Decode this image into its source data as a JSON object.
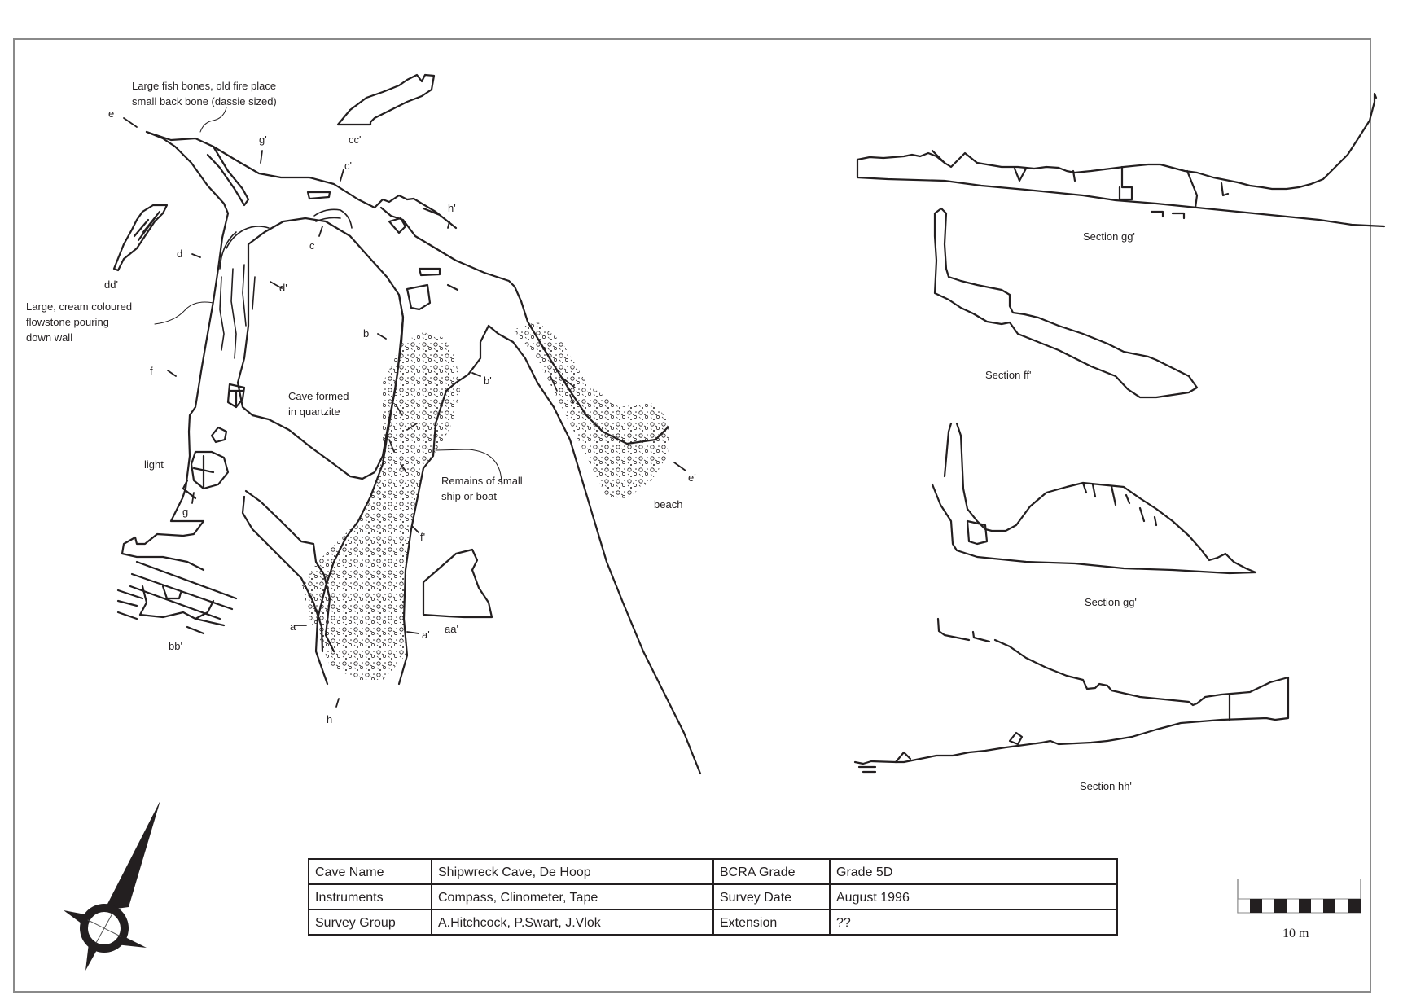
{
  "survey": {
    "title": "Shipwreck Cave, De Hoop",
    "info_table": {
      "rows": [
        {
          "label1": "Cave Name",
          "value1": "Shipwreck Cave, De Hoop",
          "label2": "BCRA Grade",
          "value2": "Grade 5D"
        },
        {
          "label1": "Instruments",
          "value1": "Compass, Clinometer, Tape",
          "label2": "Survey Date",
          "value2": "August 1996"
        },
        {
          "label1": "Survey Group",
          "value1": "A.Hitchcock, P.Swart, J.Vlok",
          "label2": "Extension",
          "value2": "??"
        }
      ]
    }
  },
  "annotations": {
    "fish_bones": "Large fish bones, old fire place\nsmall back bone (dassie sized)",
    "flowstone": "Large, cream coloured\nflowstone pouring\ndown wall",
    "quartzite": "Cave formed\nin quartzite",
    "ship_remains": "Remains of small\nship or boat",
    "light": "light",
    "beach": "beach"
  },
  "section_markers": {
    "e": "e",
    "g_prime": "g'",
    "cc_prime": "cc'",
    "c_prime": "c'",
    "h_prime": "h'",
    "d": "d",
    "dd_prime": "dd'",
    "d_prime": "d'",
    "c": "c",
    "b": "b",
    "b_prime": "b'",
    "f": "f",
    "g": "g",
    "e_prime": "e'",
    "f_prime": "f'",
    "a": "a",
    "a_prime": "a'",
    "aa_prime": "aa'",
    "bb_prime": "bb'",
    "h": "h"
  },
  "sections": {
    "top": "Section gg'",
    "ff": "Section ff'",
    "middle": "Section gg'",
    "hh": "Section hh'"
  },
  "scale_bar": {
    "label": "10 m",
    "segments": 10
  },
  "compass": {
    "icon": "north-arrow-icon"
  },
  "colors": {
    "ink": "#231f20",
    "frame": "#8a8a8a",
    "background": "#ffffff"
  }
}
